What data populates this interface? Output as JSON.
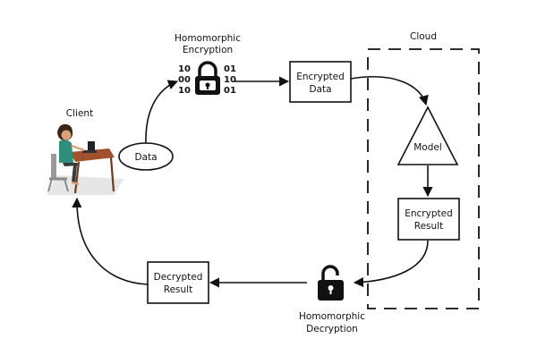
{
  "diagram": {
    "cloud_label": "Cloud",
    "client_label": "Client",
    "data_label": "Data",
    "he_encryption_line1": "Homomorphic",
    "he_encryption_line2": "Encryption",
    "encrypted_data_line1": "Encrypted",
    "encrypted_data_line2": "Data",
    "model_label": "Model",
    "encrypted_result_line1": "Encrypted",
    "encrypted_result_line2": "Result",
    "decrypted_result_line1": "Decrypted",
    "decrypted_result_line2": "Result",
    "he_decryption_line1": "Homomorphic",
    "he_decryption_line2": "Decryption",
    "binary_left_row1": "10",
    "binary_left_row2": "00",
    "binary_left_row3": "10",
    "binary_right_row1": "01",
    "binary_right_row2": "10",
    "binary_right_row3": "01"
  },
  "icons": [
    "client-person-icon",
    "padlock-locked-icon",
    "padlock-unlocked-icon"
  ],
  "colors": {
    "stroke": "#111111",
    "skin": "#d9a07a",
    "shirt": "#2f8f7a",
    "hair": "#3a2418",
    "desk": "#a0522d",
    "floor": "#e6e6e6"
  }
}
